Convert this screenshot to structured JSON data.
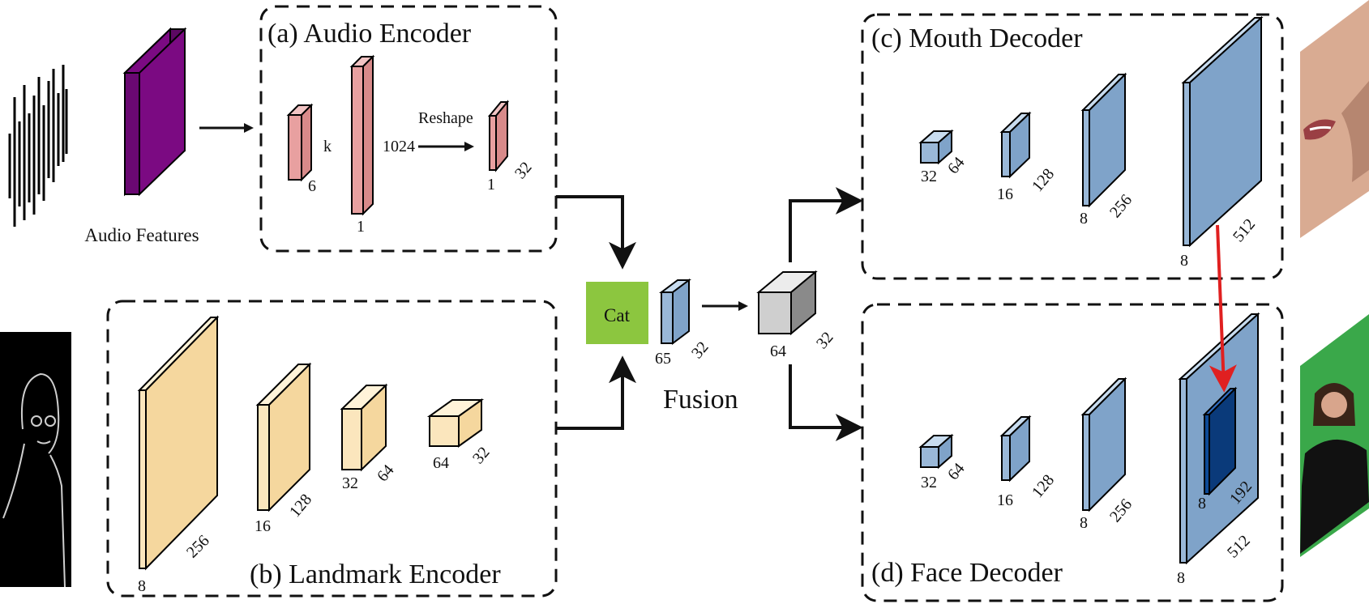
{
  "labels": {
    "audio_features": "Audio Features",
    "audio_encoder": "(a) Audio Encoder",
    "landmark_encoder": "(b) Landmark Encoder",
    "mouth_decoder": "(c) Mouth Decoder",
    "face_decoder": "(d) Face Decoder",
    "reshape": "Reshape",
    "cat": "Cat",
    "fusion": "Fusion"
  },
  "dims": {
    "audio": {
      "a1_k": "k",
      "a1_6": "6",
      "a2_1024": "1024",
      "a2_1": "1",
      "a3_1": "1",
      "a3_32": "32"
    },
    "landmark": {
      "l1_8": "8",
      "l1_256": "256",
      "l2_16": "16",
      "l2_128": "128",
      "l3_32": "32",
      "l3_64": "64",
      "l4_64": "64",
      "l4_32": "32"
    },
    "cat": {
      "c_65": "65",
      "c_32": "32"
    },
    "fusion": {
      "f_64": "64",
      "f_32": "32"
    },
    "mouth": {
      "m1_32": "32",
      "m1_64": "64",
      "m2_16": "16",
      "m2_128": "128",
      "m3_8": "8",
      "m3_256": "256",
      "m4_8": "8",
      "m4_512": "512"
    },
    "face": {
      "d1_32": "32",
      "d1_64": "64",
      "d2_16": "16",
      "d2_128": "128",
      "d3_8": "8",
      "d3_256": "256",
      "d4_8": "8",
      "d4_512": "512",
      "d5_8": "8",
      "d5_192": "192"
    }
  },
  "colors": {
    "audio_input": "#7b0a82",
    "audio_block": "#e8a0a0",
    "landmark_block": "#fbe6bd",
    "decoder_block": "#9ab8d8",
    "cat_box": "#8cc63f",
    "fusion_block": "#c8c8c8",
    "inner_face_block": "#0e4a96",
    "highlight_arrow": "#e02020",
    "green_screen": "#3aa84a"
  }
}
